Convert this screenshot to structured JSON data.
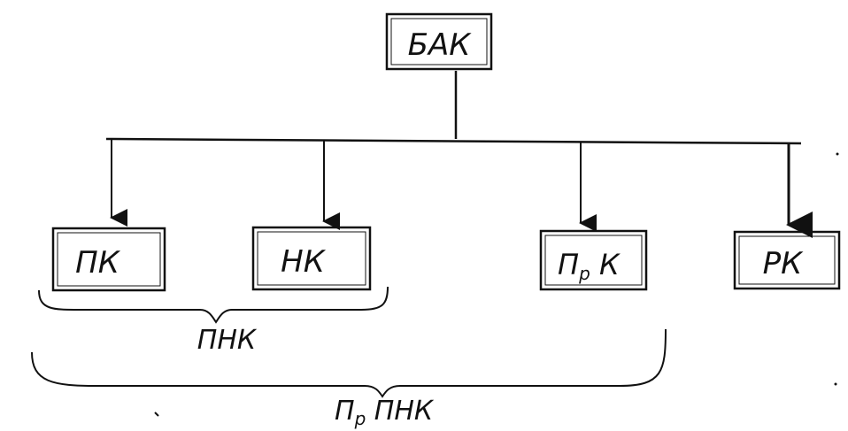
{
  "colors": {
    "ink": "#111111",
    "background": "#ffffff"
  },
  "diagram": {
    "root": {
      "label": "БАК"
    },
    "children": [
      {
        "id": "pk",
        "label": "ПК"
      },
      {
        "id": "nk",
        "label": "НК"
      },
      {
        "id": "prk",
        "label": "Пр К",
        "main": "П",
        "sub": "р",
        "tail": " К"
      },
      {
        "id": "rk",
        "label": "РК"
      }
    ],
    "groups": [
      {
        "id": "pnk",
        "label": "ПНК",
        "spans": [
          "pk",
          "nk"
        ]
      },
      {
        "id": "prpnk",
        "label": "Пр ПНК",
        "main": "П",
        "sub": "р",
        "tail": " ПНК",
        "spans": [
          "pk",
          "nk",
          "prk"
        ]
      }
    ]
  }
}
